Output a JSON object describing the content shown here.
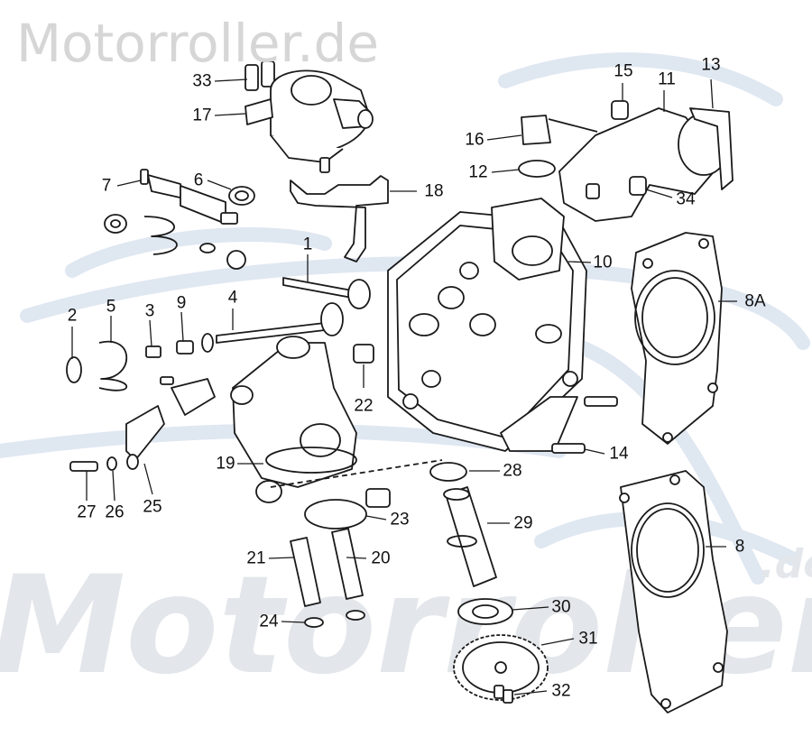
{
  "watermark": {
    "top_text": "Motorroller.de",
    "big_text": "Motorroller",
    "domain_fragment": ".de",
    "colors": {
      "top_text": "#d6d6d6",
      "big_text": "#e3e6ea",
      "swoosh": "#dfe7f1"
    }
  },
  "diagram": {
    "line_color": "#1a1a1a",
    "callouts": [
      {
        "id": "2",
        "label": "2"
      },
      {
        "id": "5",
        "label": "5"
      },
      {
        "id": "3",
        "label": "3"
      },
      {
        "id": "9",
        "label": "9"
      },
      {
        "id": "4",
        "label": "4"
      },
      {
        "id": "1",
        "label": "1"
      },
      {
        "id": "7",
        "label": "7"
      },
      {
        "id": "6",
        "label": "6"
      },
      {
        "id": "33",
        "label": "33"
      },
      {
        "id": "17",
        "label": "17"
      },
      {
        "id": "18",
        "label": "18"
      },
      {
        "id": "15",
        "label": "15"
      },
      {
        "id": "11",
        "label": "11"
      },
      {
        "id": "13",
        "label": "13"
      },
      {
        "id": "16",
        "label": "16"
      },
      {
        "id": "12",
        "label": "12"
      },
      {
        "id": "34",
        "label": "34"
      },
      {
        "id": "10",
        "label": "10"
      },
      {
        "id": "8A",
        "label": "8A"
      },
      {
        "id": "22",
        "label": "22"
      },
      {
        "id": "14",
        "label": "14"
      },
      {
        "id": "19",
        "label": "19"
      },
      {
        "id": "28",
        "label": "28"
      },
      {
        "id": "27",
        "label": "27"
      },
      {
        "id": "26",
        "label": "26"
      },
      {
        "id": "25",
        "label": "25"
      },
      {
        "id": "23",
        "label": "23"
      },
      {
        "id": "29",
        "label": "29"
      },
      {
        "id": "8",
        "label": "8"
      },
      {
        "id": "21",
        "label": "21"
      },
      {
        "id": "20",
        "label": "20"
      },
      {
        "id": "30",
        "label": "30"
      },
      {
        "id": "24",
        "label": "24"
      },
      {
        "id": "31",
        "label": "31"
      },
      {
        "id": "32",
        "label": "32"
      }
    ]
  }
}
